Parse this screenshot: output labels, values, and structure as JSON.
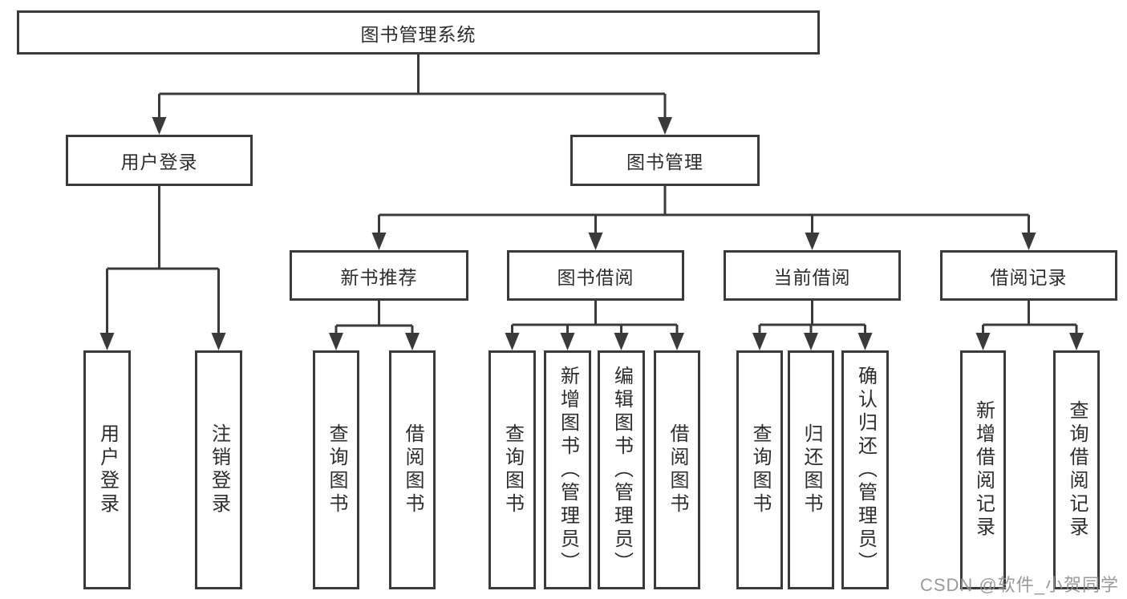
{
  "diagram_title": "图书管理系统",
  "tree": {
    "label": "图书管理系统",
    "children": [
      {
        "label": "用户登录",
        "children": [
          {
            "label": "用户登录"
          },
          {
            "label": "注销登录"
          }
        ]
      },
      {
        "label": "图书管理",
        "children": [
          {
            "label": "新书推荐",
            "children": [
              {
                "label": "查询图书"
              },
              {
                "label": "借阅图书"
              }
            ]
          },
          {
            "label": "图书借阅",
            "children": [
              {
                "label": "查询图书"
              },
              {
                "label": "新增图书（管理员）"
              },
              {
                "label": "编辑图书（管理员）"
              },
              {
                "label": "借阅图书"
              }
            ]
          },
          {
            "label": "当前借阅",
            "children": [
              {
                "label": "查询图书"
              },
              {
                "label": "归还图书"
              },
              {
                "label": "确认归还（管理员）"
              }
            ]
          },
          {
            "label": "借阅记录",
            "children": [
              {
                "label": "新增借阅记录"
              },
              {
                "label": "查询借阅记录"
              }
            ]
          }
        ]
      }
    ]
  },
  "watermark": {
    "text": "CSDN @软件_小贺同学"
  },
  "colors": {
    "line": "#3a3a3a",
    "text": "#2d2d2d",
    "background": "#ffffff",
    "watermark": "#919191"
  }
}
